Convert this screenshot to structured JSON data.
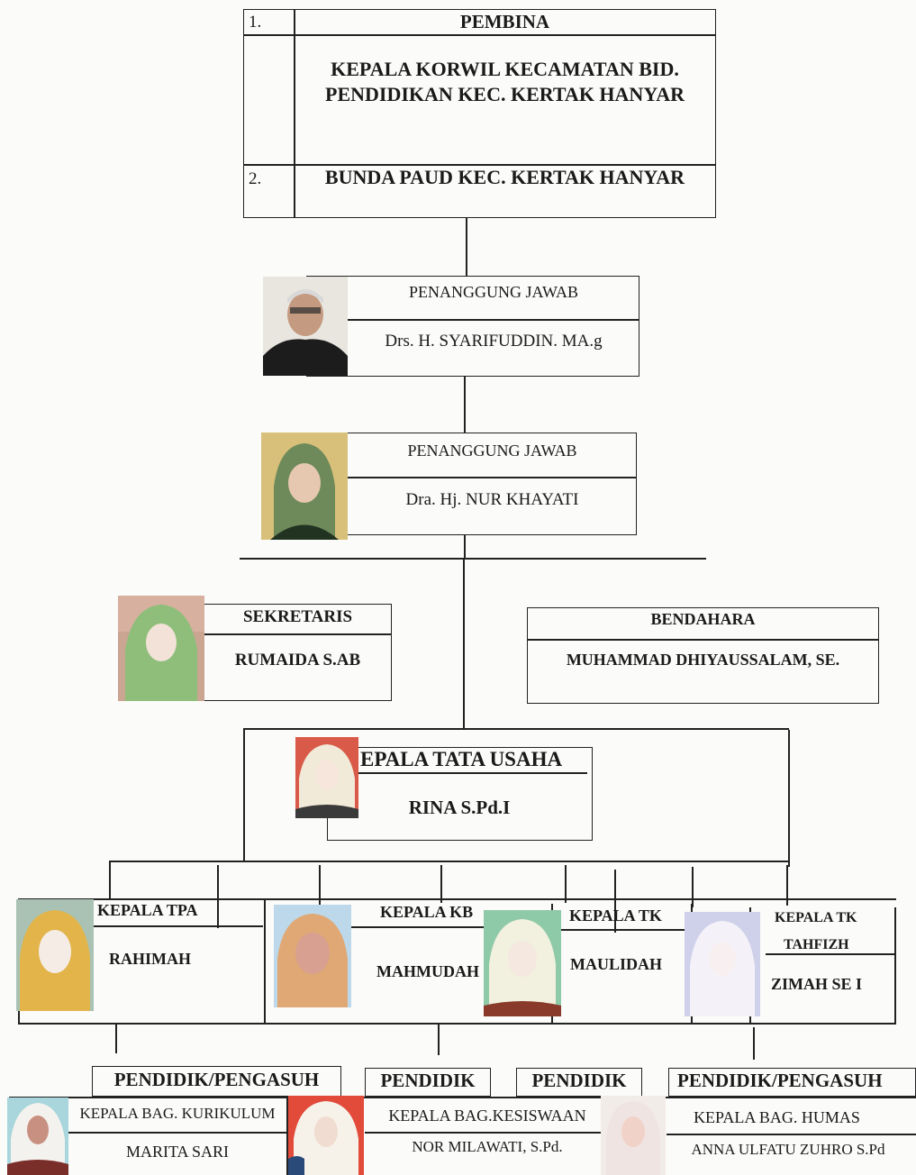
{
  "pembina": {
    "row1_num": "1.",
    "row1_header": "PEMBINA",
    "row1_line1": "KEPALA KORWIL KECAMATAN BID.",
    "row1_line2": "PENDIDIKAN KEC. KERTAK HANYAR",
    "row2_num": "2.",
    "row2_text": "BUNDA PAUD KEC. KERTAK HANYAR"
  },
  "penanggung_jawab_1": {
    "role": "PENANGGUNG JAWAB",
    "name": "Drs. H. SYARIFUDDIN. MA.g"
  },
  "penanggung_jawab_2": {
    "role": "PENANGGUNG JAWAB",
    "name": "Dra. Hj. NUR KHAYATI"
  },
  "sekretaris": {
    "role": "SEKRETARIS",
    "name": "RUMAIDA S.AB"
  },
  "bendahara": {
    "role": "BENDAHARA",
    "name": "MUHAMMAD DHIYAUSSALAM, SE."
  },
  "tata_usaha": {
    "role": "EPALA TATA USAHA",
    "name": "RINA  S.Pd.I"
  },
  "units": [
    {
      "role": "KEPALA TPA",
      "name": "RAHIMAH"
    },
    {
      "role": "KEPALA KB",
      "name": "MAHMUDAH"
    },
    {
      "role": "KEPALA TK",
      "name": "MAULIDAH"
    },
    {
      "role_line1": "KEPALA TK",
      "role_line2": "TAHFIZH",
      "name": "ZIMAH SE I"
    }
  ],
  "staff_headers": [
    "PENDIDIK/PENGASUH",
    "PENDIDIK",
    "PENDIDIK",
    "PENDIDIK/PENGASUH"
  ],
  "staff": [
    {
      "role": "KEPALA BAG. KURIKULUM",
      "name": "MARITA SARI"
    },
    {
      "role": "KEPALA BAG.KESISWAAN",
      "name": "NOR MILAWATI, S.Pd."
    },
    {
      "role": "KEPALA BAG. HUMAS",
      "name": "ANNA ULFATU ZUHRO S.Pd"
    }
  ],
  "colors": {
    "line": "#222222",
    "paper": "#fbfbf9"
  }
}
